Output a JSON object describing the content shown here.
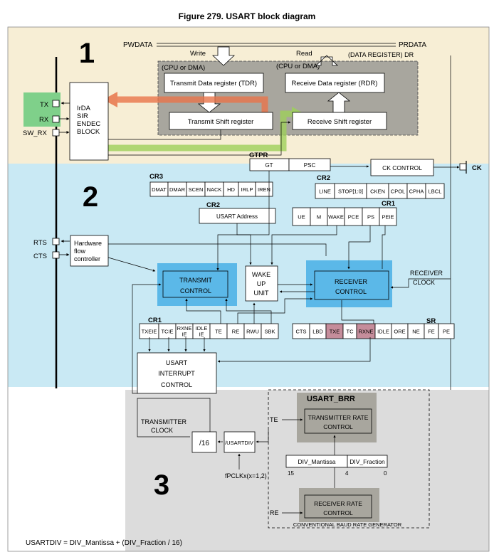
{
  "figure_title": "Figure 279. USART block diagram",
  "zones": {
    "z1": "1",
    "z2": "2",
    "z3": "3"
  },
  "colors": {
    "zone1": "#f7eed5",
    "zone2": "#c9e9f4",
    "zone3": "#dcdcdc",
    "reg_gray": "#a8a69e",
    "control_blue": "#5bb8e8",
    "highlight_red": "#c58d9b",
    "pin_green": "#7fd08a",
    "arrow_orange": "#e8744a",
    "arrow_green": "#9ed05a"
  },
  "buses": {
    "pwdata": "PWDATA",
    "prdata": "PRDATA",
    "write": "Write",
    "read": "Read",
    "data_register": "(DATA REGISTER) DR",
    "cpu_dma_left": "(CPU or DMA)",
    "cpu_dma_right": "(CPU or DMA)"
  },
  "registers": {
    "tdr": "Transmit Data register (TDR)",
    "rdr": "Receive Data register (RDR)",
    "tsr": "Transmit Shift register",
    "rsr": "Receive Shift register"
  },
  "pins": {
    "tx": "TX",
    "rx": "RX",
    "sw_rx": "SW_RX",
    "rts": "RTS",
    "cts": "CTS",
    "ck": "CK"
  },
  "irda": [
    "IrDA",
    "SIR",
    "ENDEC",
    "BLOCK"
  ],
  "hw_flow": [
    "Hardware",
    "flow",
    "controller"
  ],
  "gtpr": {
    "label": "GTPR",
    "gt": "GT",
    "psc": "PSC"
  },
  "ck_control": "CK CONTROL",
  "cr3": {
    "label": "CR3",
    "fields": [
      "DMAT",
      "DMAR",
      "SCEN",
      "NACK",
      "HD",
      "IRLP",
      "IREN"
    ]
  },
  "cr2_top": {
    "label": "CR2",
    "fields": [
      "LINE",
      "STOP[1:0]",
      "CKEN",
      "CPOL",
      "CPHA",
      "LBCL"
    ]
  },
  "cr2_addr": {
    "label": "CR2",
    "field": "USART Address"
  },
  "cr1_top": {
    "label": "CR1",
    "fields": [
      "UE",
      "M",
      "WAKE",
      "PCE",
      "PS",
      "PEIE"
    ]
  },
  "transmit_control": [
    "TRANSMIT",
    "CONTROL"
  ],
  "wakeup": [
    "WAKE",
    "UP",
    "UNIT"
  ],
  "receiver_control": [
    "RECEIVER",
    "CONTROL"
  ],
  "receiver_clock": [
    "RECEIVER",
    "CLOCK"
  ],
  "cr1_bottom": {
    "label": "CR1",
    "fields": [
      "TXEIE",
      "TCIE",
      "RXNE IE",
      "IDLE IE",
      "TE",
      "RE",
      "RWU",
      "SBK"
    ]
  },
  "sr": {
    "label": "SR",
    "fields": [
      "CTS",
      "LBD",
      "TXE",
      "TC",
      "RXNE",
      "IDLE",
      "ORE",
      "NE",
      "FE",
      "PE"
    ]
  },
  "interrupt": [
    "USART",
    "INTERRUPT",
    "CONTROL"
  ],
  "transmitter_clock": [
    "TRANSMITTER",
    "CLOCK"
  ],
  "div16": "/16",
  "usartdiv": "/USARTDIV",
  "fpclk": "fPCLKx(x=1,2)",
  "brr": {
    "title": "USART_BRR",
    "te": "TE",
    "re": "RE",
    "tx_rate": [
      "TRANSMITTER RATE",
      "CONTROL"
    ],
    "div_mantissa": "DIV_Mantissa",
    "div_fraction": "DIV_Fraction",
    "bit15": "15",
    "bit4": "4",
    "bit0": "0",
    "rx_rate": [
      "RECEIVER RATE",
      "CONTROL"
    ],
    "generator": "CONVENTIONAL BAUD RATE GENERATOR"
  },
  "formula": "USARTDIV = DIV_Mantissa + (DIV_Fraction / 16)"
}
